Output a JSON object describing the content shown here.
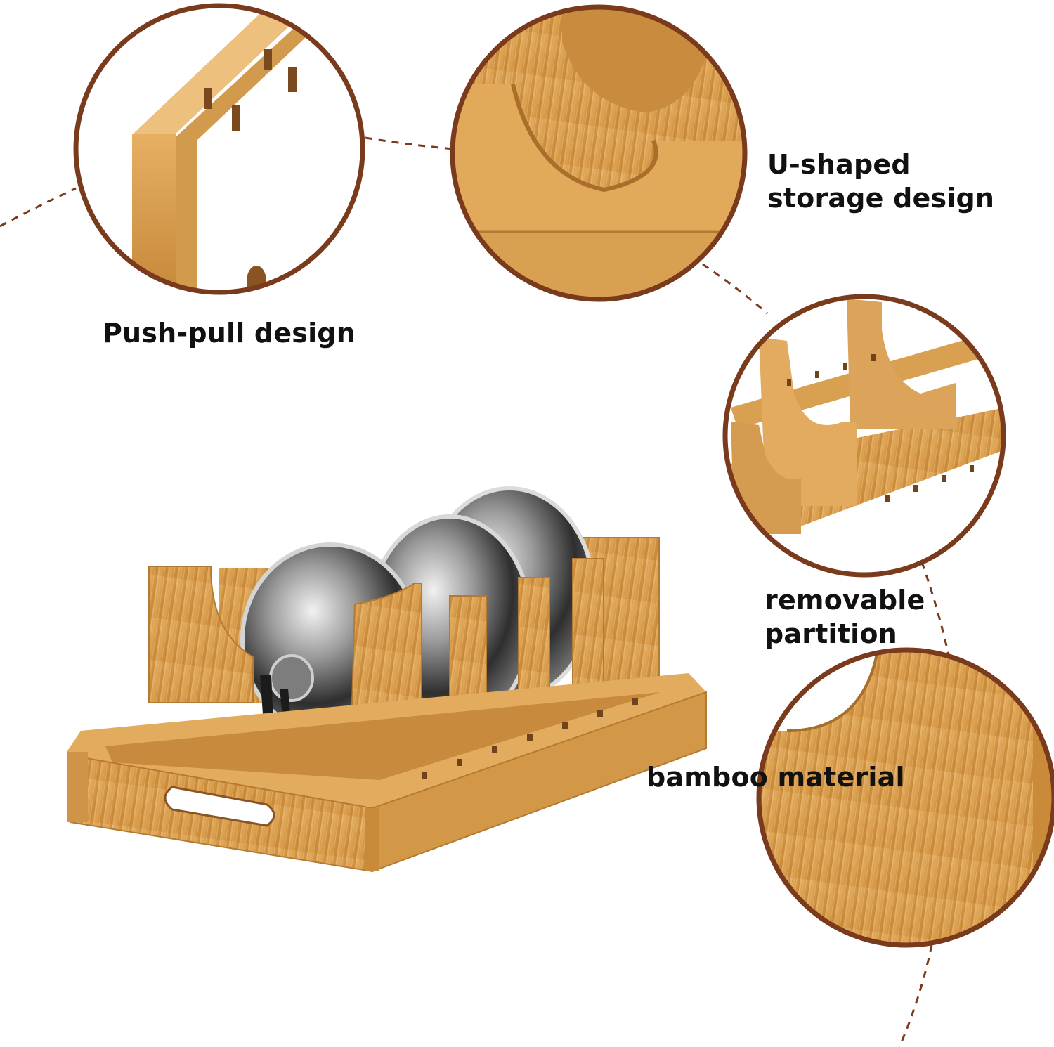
{
  "labels": {
    "push_pull": "Push-pull design",
    "u_shaped": [
      "U-shaped",
      "storage design"
    ],
    "removable": [
      "removable",
      "partition"
    ],
    "bamboo": "bamboo material"
  },
  "colors": {
    "circle_border": "#7a3a1c",
    "dashed_connector": "#7a3a1c",
    "bamboo_light": "#e7b46a",
    "bamboo_mid": "#d89a45",
    "bamboo_dark": "#b97a2e",
    "steel": "#8e8e8e",
    "text": "#111111"
  }
}
